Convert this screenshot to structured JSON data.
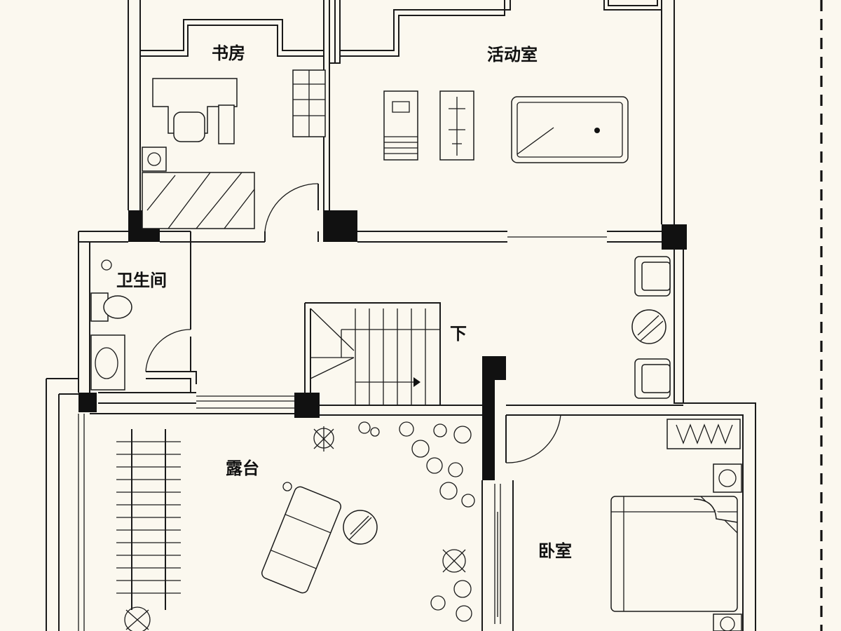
{
  "rooms": {
    "study": "书房",
    "activity_room": "活动室",
    "bathroom": "卫生间",
    "stairs_down": "下",
    "terrace": "露台",
    "bedroom": "卧室"
  },
  "colors": {
    "background": "#fbf8ef",
    "line": "#1a1a1a",
    "pillar": "#111111"
  }
}
